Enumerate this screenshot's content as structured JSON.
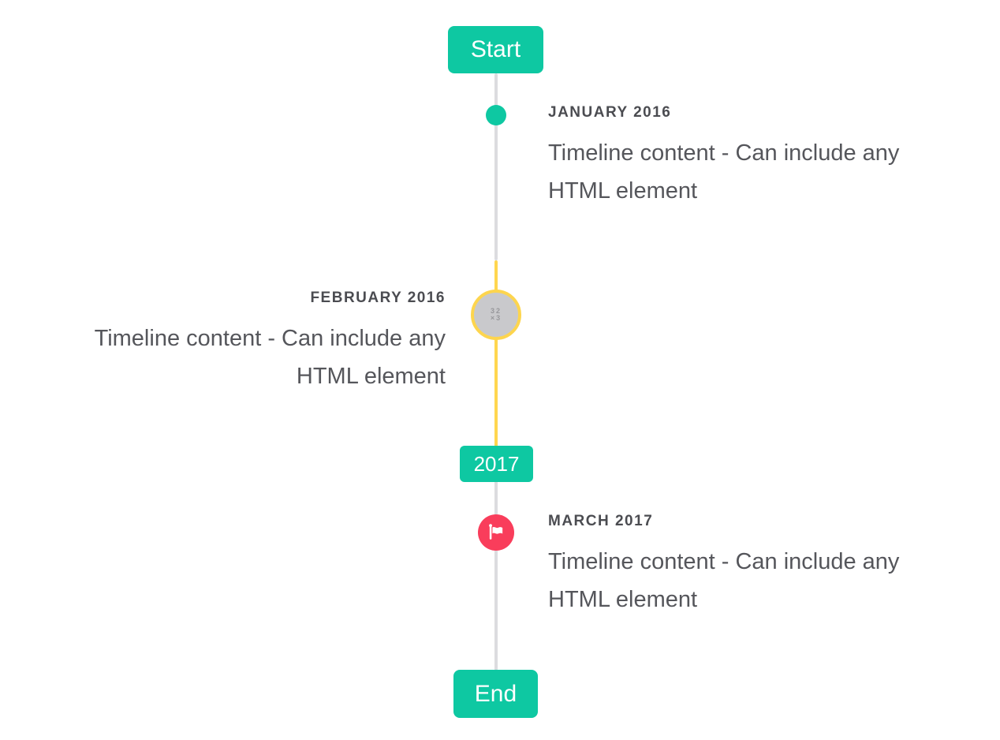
{
  "timeline": {
    "start_label": "Start",
    "end_label": "End",
    "year_divider": "2017",
    "events": [
      {
        "date": "JANUARY 2016",
        "content": "Timeline content - Can include any HTML element",
        "side": "right",
        "marker": "teal-dot"
      },
      {
        "date": "FEBRUARY 2016",
        "content": "Timeline content - Can include any HTML element",
        "side": "left",
        "marker": "image-placeholder",
        "marker_text_line1": "32",
        "marker_text_line2": "×3"
      },
      {
        "date": "MARCH 2017",
        "content": "Timeline content - Can include any HTML element",
        "side": "right",
        "marker": "flag"
      }
    ],
    "colors": {
      "accent_teal": "#0ec8a2",
      "accent_red": "#f93d5b",
      "accent_yellow": "#ffd64f",
      "line_gray": "#dcdcdf",
      "node_gray": "#c9c9cc",
      "heading_text": "#4b4c51",
      "body_text": "#55565b"
    }
  }
}
